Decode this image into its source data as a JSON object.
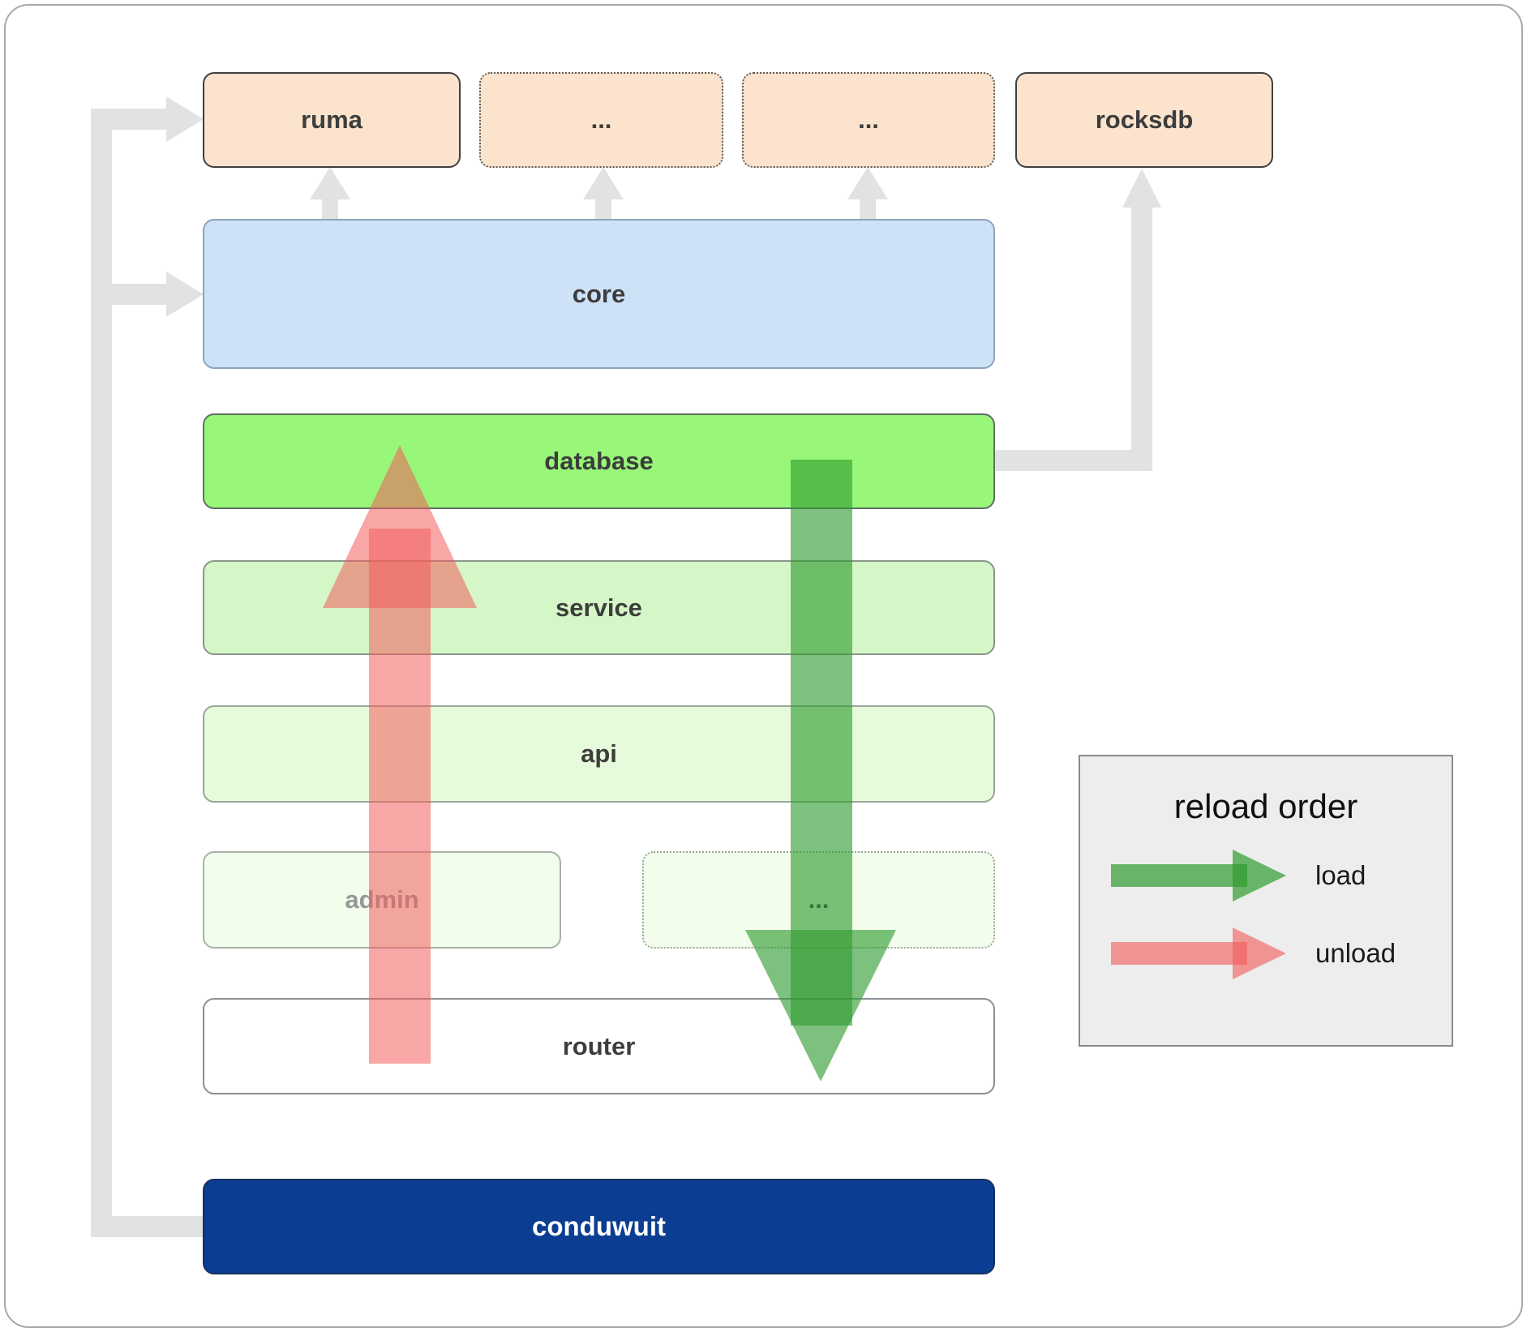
{
  "diagram": {
    "boxes": {
      "ruma": "ruma",
      "dots_top_1": "...",
      "dots_top_2": "...",
      "rocksdb": "rocksdb",
      "core": "core",
      "database": "database",
      "service": "service",
      "api": "api",
      "admin": "admin",
      "dots_mid": "...",
      "router": "router",
      "conduwuit": "conduwuit"
    },
    "legend": {
      "title": "reload order",
      "items": [
        {
          "label": "load"
        },
        {
          "label": "unload"
        }
      ]
    },
    "colors": {
      "load_arrow": "#2f9b2f",
      "unload_arrow": "#f25c5c",
      "connector": "#e2e2e2",
      "conduwuit_bg": "#0b3e92",
      "database_bg": "#98f778",
      "core_bg": "#cde2f7",
      "peach_bg": "#fbe3cd",
      "legend_bg": "#ededed"
    }
  }
}
